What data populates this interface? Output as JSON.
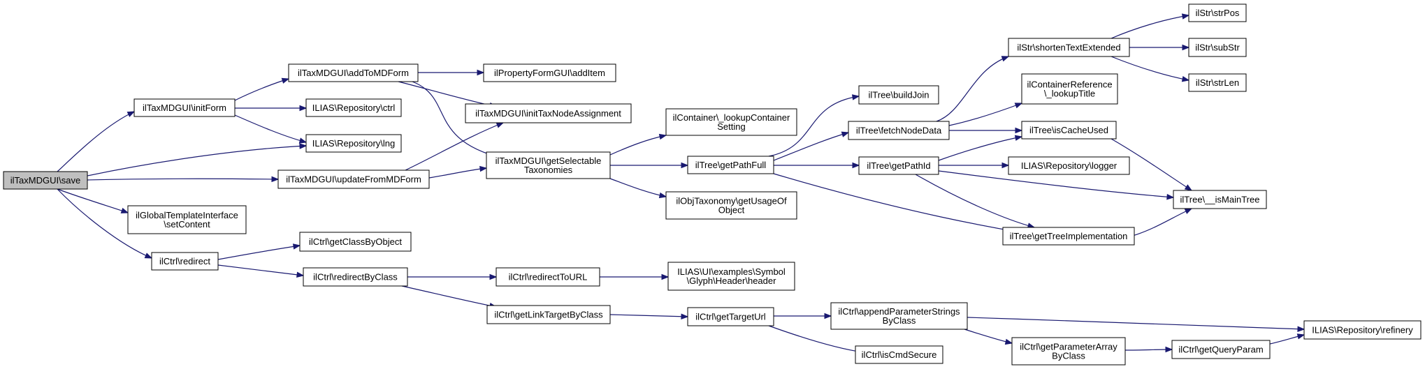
{
  "diagram": {
    "edge_color": "#191970",
    "root_fill": "#bfbfbf",
    "nodes": [
      {
        "id": "save",
        "lines": [
          "ilTaxMDGUI\\save"
        ],
        "root": true
      },
      {
        "id": "initForm",
        "lines": [
          "ilTaxMDGUI\\initForm"
        ]
      },
      {
        "id": "addToMDForm",
        "lines": [
          "ilTaxMDGUI\\addToMDForm"
        ]
      },
      {
        "id": "addItem",
        "lines": [
          "ilPropertyFormGUI\\addItem"
        ]
      },
      {
        "id": "initTaxNode",
        "lines": [
          "ilTaxMDGUI\\initTaxNodeAssignment"
        ]
      },
      {
        "id": "repoCtrl",
        "lines": [
          "ILIAS\\Repository\\ctrl"
        ]
      },
      {
        "id": "repoLng",
        "lines": [
          "ILIAS\\Repository\\lng"
        ]
      },
      {
        "id": "updateFromMD",
        "lines": [
          "ilTaxMDGUI\\updateFromMDForm"
        ]
      },
      {
        "id": "getSelectable",
        "lines": [
          "ilTaxMDGUI\\getSelectable",
          "Taxonomies"
        ]
      },
      {
        "id": "lookupContainer",
        "lines": [
          "ilContainer\\_lookupContainer",
          "Setting"
        ]
      },
      {
        "id": "getPathFull",
        "lines": [
          "ilTree\\getPathFull"
        ]
      },
      {
        "id": "getUsageOf",
        "lines": [
          "ilObjTaxonomy\\getUsageOf",
          "Object"
        ]
      },
      {
        "id": "buildJoin",
        "lines": [
          "ilTree\\buildJoin"
        ]
      },
      {
        "id": "fetchNodeData",
        "lines": [
          "ilTree\\fetchNodeData"
        ]
      },
      {
        "id": "getPathId",
        "lines": [
          "ilTree\\getPathId"
        ]
      },
      {
        "id": "shortenText",
        "lines": [
          "ilStr\\shortenTextExtended"
        ]
      },
      {
        "id": "containerRef",
        "lines": [
          "ilContainerReference",
          "\\_lookupTitle"
        ]
      },
      {
        "id": "isCacheUsed",
        "lines": [
          "ilTree\\isCacheUsed"
        ]
      },
      {
        "id": "repoLogger",
        "lines": [
          "ILIAS\\Repository\\logger"
        ]
      },
      {
        "id": "getTreeImpl",
        "lines": [
          "ilTree\\getTreeImplementation"
        ]
      },
      {
        "id": "strPos",
        "lines": [
          "ilStr\\strPos"
        ]
      },
      {
        "id": "subStr",
        "lines": [
          "ilStr\\subStr"
        ]
      },
      {
        "id": "strLen",
        "lines": [
          "ilStr\\strLen"
        ]
      },
      {
        "id": "isMainTree",
        "lines": [
          "ilTree\\__isMainTree"
        ]
      },
      {
        "id": "globalTpl",
        "lines": [
          "ilGlobalTemplateInterface",
          "\\setContent"
        ]
      },
      {
        "id": "redirect",
        "lines": [
          "ilCtrl\\redirect"
        ]
      },
      {
        "id": "getClassByObject",
        "lines": [
          "ilCtrl\\getClassByObject"
        ]
      },
      {
        "id": "redirectByClass",
        "lines": [
          "ilCtrl\\redirectByClass"
        ]
      },
      {
        "id": "redirectToURL",
        "lines": [
          "ilCtrl\\redirectToURL"
        ]
      },
      {
        "id": "glyphHeader",
        "lines": [
          "ILIAS\\UI\\examples\\Symbol",
          "\\Glyph\\Header\\header"
        ]
      },
      {
        "id": "getLinkTarget",
        "lines": [
          "ilCtrl\\getLinkTargetByClass"
        ]
      },
      {
        "id": "getTargetUrl",
        "lines": [
          "ilCtrl\\getTargetUrl"
        ]
      },
      {
        "id": "appendParam",
        "lines": [
          "ilCtrl\\appendParameterStrings",
          "ByClass"
        ]
      },
      {
        "id": "isCmdSecure",
        "lines": [
          "ilCtrl\\isCmdSecure"
        ]
      },
      {
        "id": "getParamArray",
        "lines": [
          "ilCtrl\\getParameterArray",
          "ByClass"
        ]
      },
      {
        "id": "getQueryParam",
        "lines": [
          "ilCtrl\\getQueryParam"
        ]
      },
      {
        "id": "refinery",
        "lines": [
          "ILIAS\\Repository\\refinery"
        ]
      }
    ],
    "edges": [
      [
        "save",
        "initForm"
      ],
      [
        "save",
        "repoLng"
      ],
      [
        "save",
        "updateFromMD"
      ],
      [
        "save",
        "globalTpl"
      ],
      [
        "save",
        "redirect"
      ],
      [
        "initForm",
        "addToMDForm"
      ],
      [
        "initForm",
        "repoCtrl"
      ],
      [
        "initForm",
        "repoLng"
      ],
      [
        "addToMDForm",
        "addItem"
      ],
      [
        "addToMDForm",
        "initTaxNode"
      ],
      [
        "addToMDForm",
        "getSelectable"
      ],
      [
        "updateFromMD",
        "initTaxNode"
      ],
      [
        "updateFromMD",
        "getSelectable"
      ],
      [
        "getSelectable",
        "lookupContainer"
      ],
      [
        "getSelectable",
        "getPathFull"
      ],
      [
        "getSelectable",
        "getUsageOf"
      ],
      [
        "getPathFull",
        "buildJoin"
      ],
      [
        "getPathFull",
        "fetchNodeData"
      ],
      [
        "getPathFull",
        "getPathId"
      ],
      [
        "getPathFull",
        "isMainTree"
      ],
      [
        "fetchNodeData",
        "shortenText"
      ],
      [
        "fetchNodeData",
        "containerRef"
      ],
      [
        "fetchNodeData",
        "isCacheUsed"
      ],
      [
        "getPathId",
        "isCacheUsed"
      ],
      [
        "getPathId",
        "repoLogger"
      ],
      [
        "getPathId",
        "isMainTree"
      ],
      [
        "getPathId",
        "getTreeImpl"
      ],
      [
        "isCacheUsed",
        "isMainTree"
      ],
      [
        "shortenText",
        "strPos"
      ],
      [
        "shortenText",
        "subStr"
      ],
      [
        "shortenText",
        "strLen"
      ],
      [
        "redirect",
        "getClassByObject"
      ],
      [
        "redirect",
        "redirectByClass"
      ],
      [
        "redirectByClass",
        "redirectToURL"
      ],
      [
        "redirectByClass",
        "getLinkTarget"
      ],
      [
        "redirectToURL",
        "glyphHeader"
      ],
      [
        "getLinkTarget",
        "getTargetUrl"
      ],
      [
        "getTargetUrl",
        "appendParam"
      ],
      [
        "getTargetUrl",
        "isCmdSecure"
      ],
      [
        "appendParam",
        "refinery"
      ],
      [
        "appendParam",
        "getParamArray"
      ],
      [
        "getParamArray",
        "getQueryParam"
      ],
      [
        "getQueryParam",
        "refinery"
      ]
    ]
  }
}
